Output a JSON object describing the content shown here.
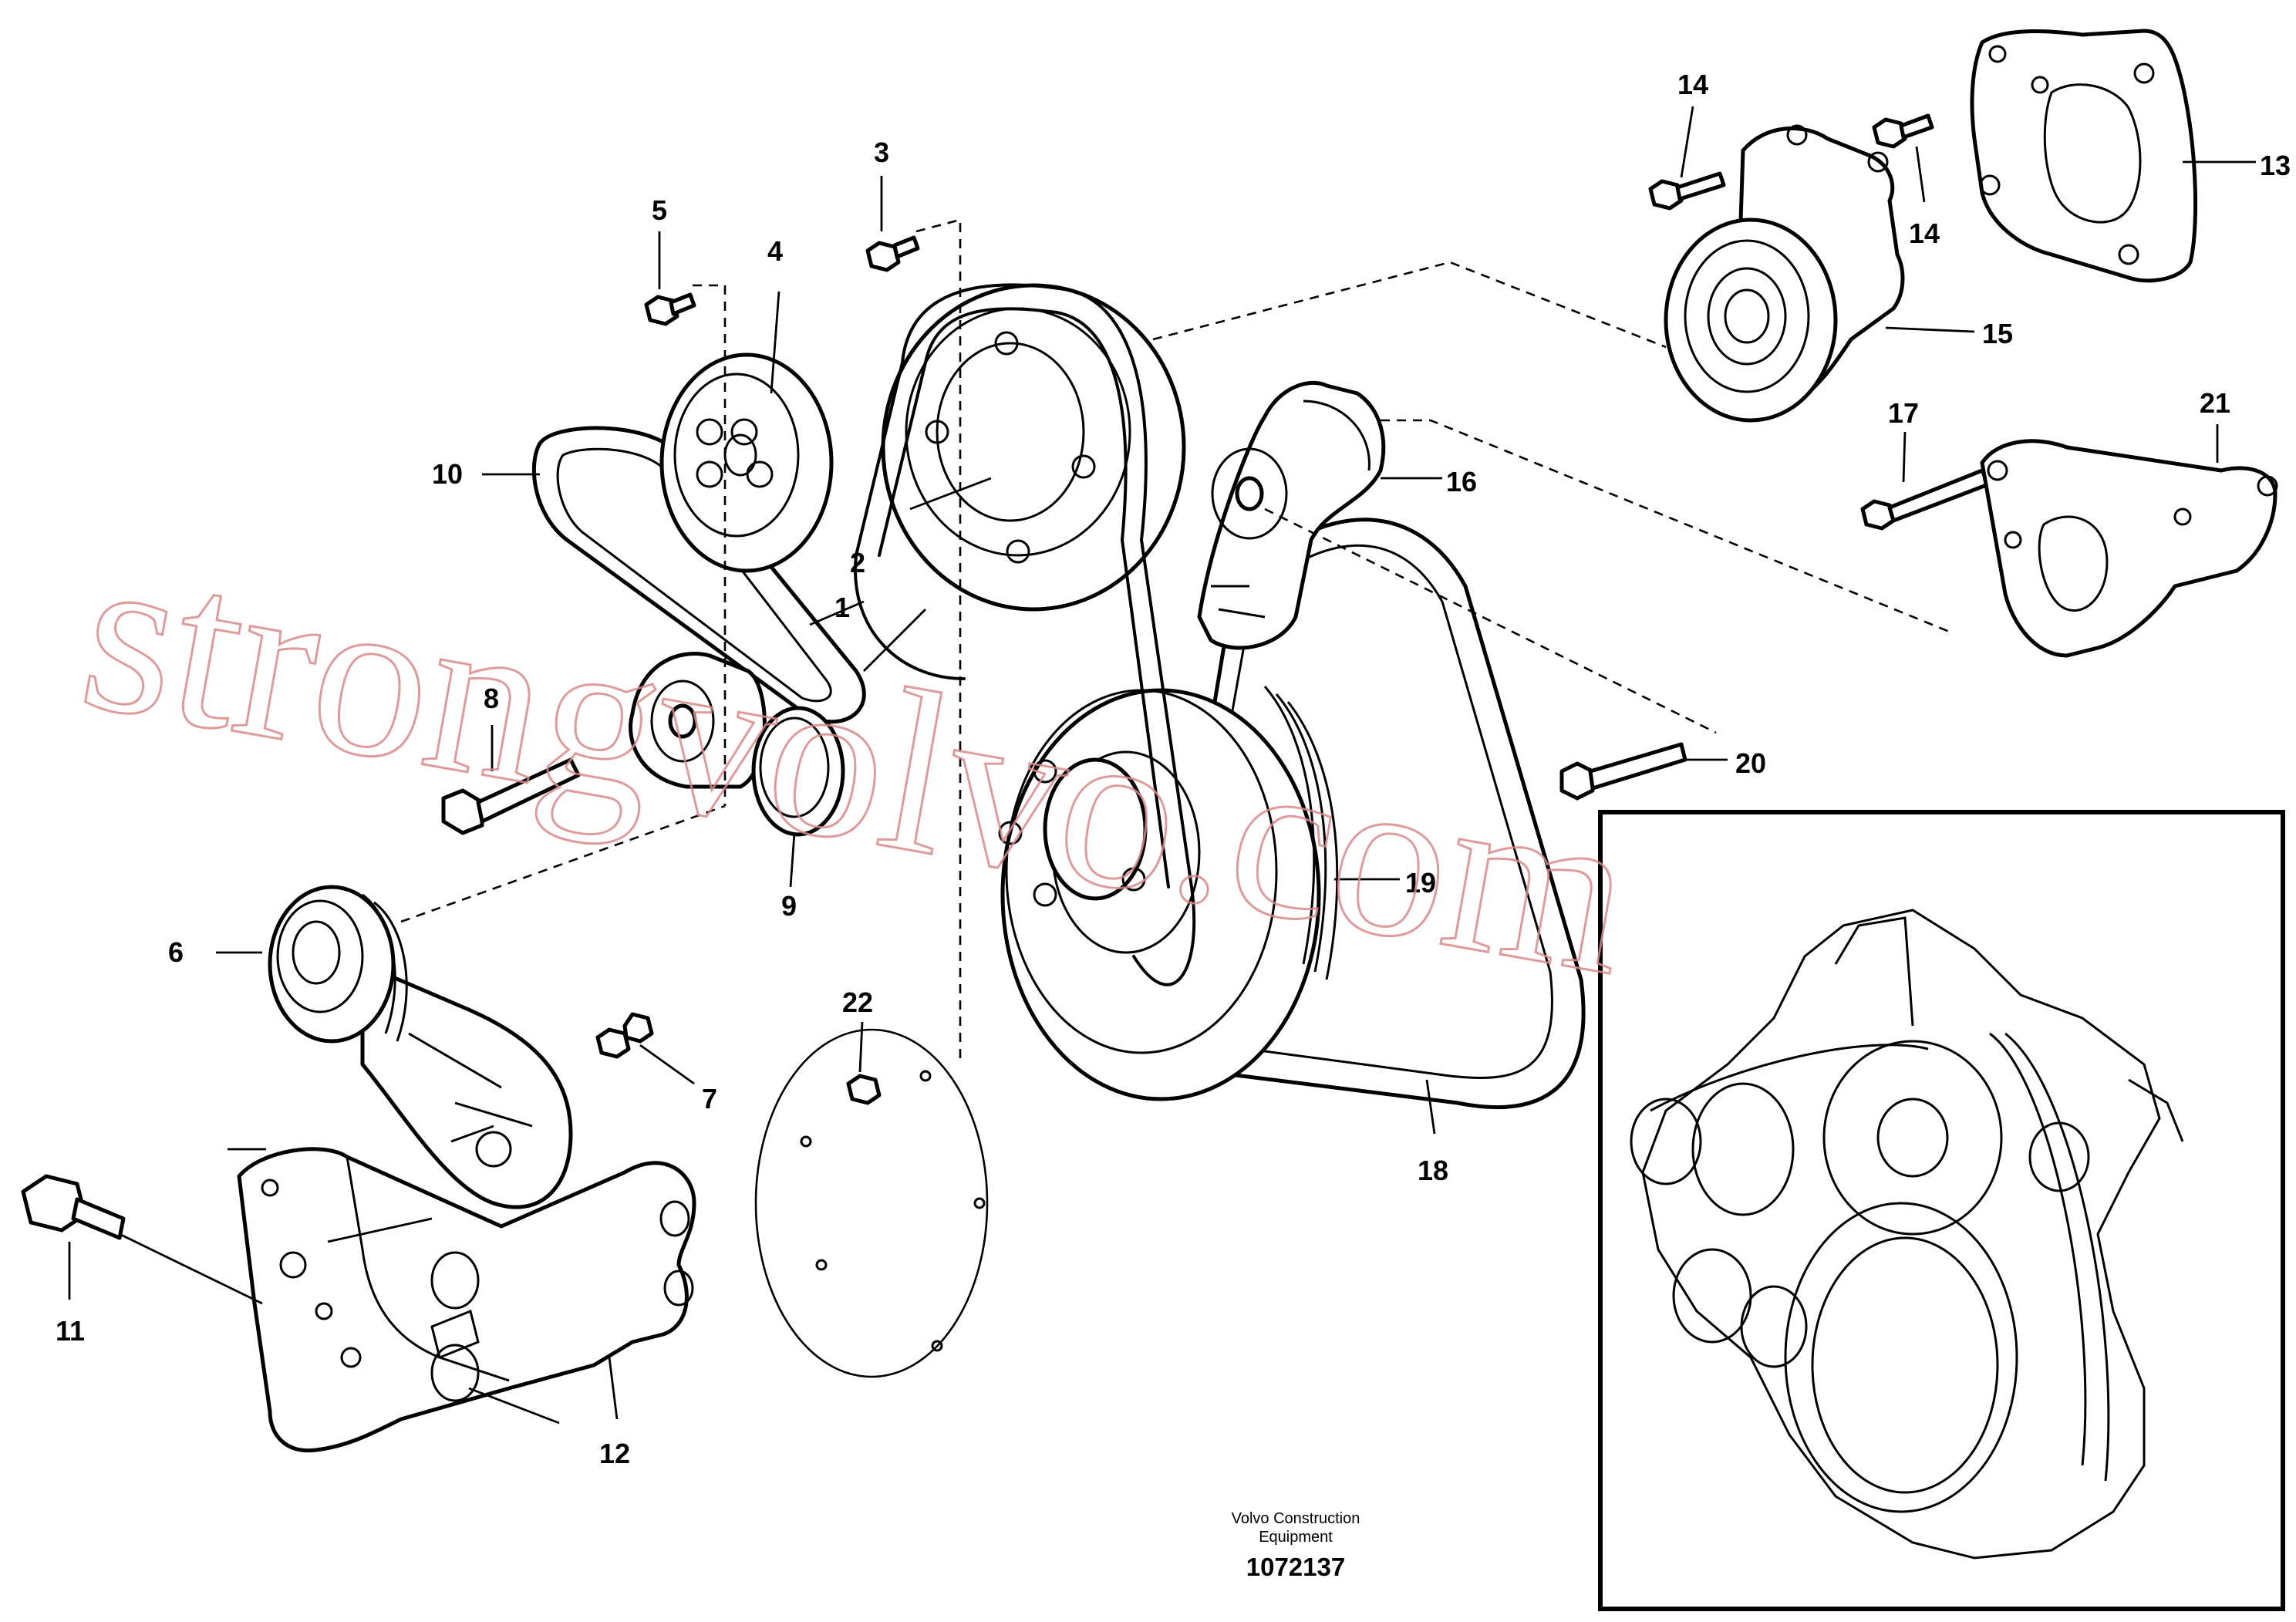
{
  "diagram": {
    "part_numbers": [
      "1",
      "2",
      "3",
      "4",
      "5",
      "6",
      "7",
      "8",
      "9",
      "10",
      "11",
      "12",
      "13",
      "14",
      "14",
      "15",
      "16",
      "17",
      "18",
      "19",
      "20",
      "21",
      "22"
    ],
    "footer": {
      "company_line1": "Volvo Construction",
      "company_line2": "Equipment",
      "drawing_number": "1072137"
    },
    "watermark": "strongvolvo.com"
  }
}
